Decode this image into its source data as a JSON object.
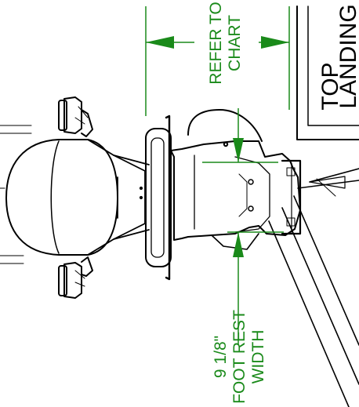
{
  "drawing": {
    "refer_line1": "REFER TO",
    "refer_line2": "CHART",
    "landing_line1": "TOP",
    "landing_line2": "LANDING",
    "width_line1": "9 1/8\"",
    "width_line2": "FOOT REST",
    "width_line3": "WIDTH"
  },
  "colors": {
    "dimension": "#1a8a1a",
    "outline": "#000000"
  }
}
